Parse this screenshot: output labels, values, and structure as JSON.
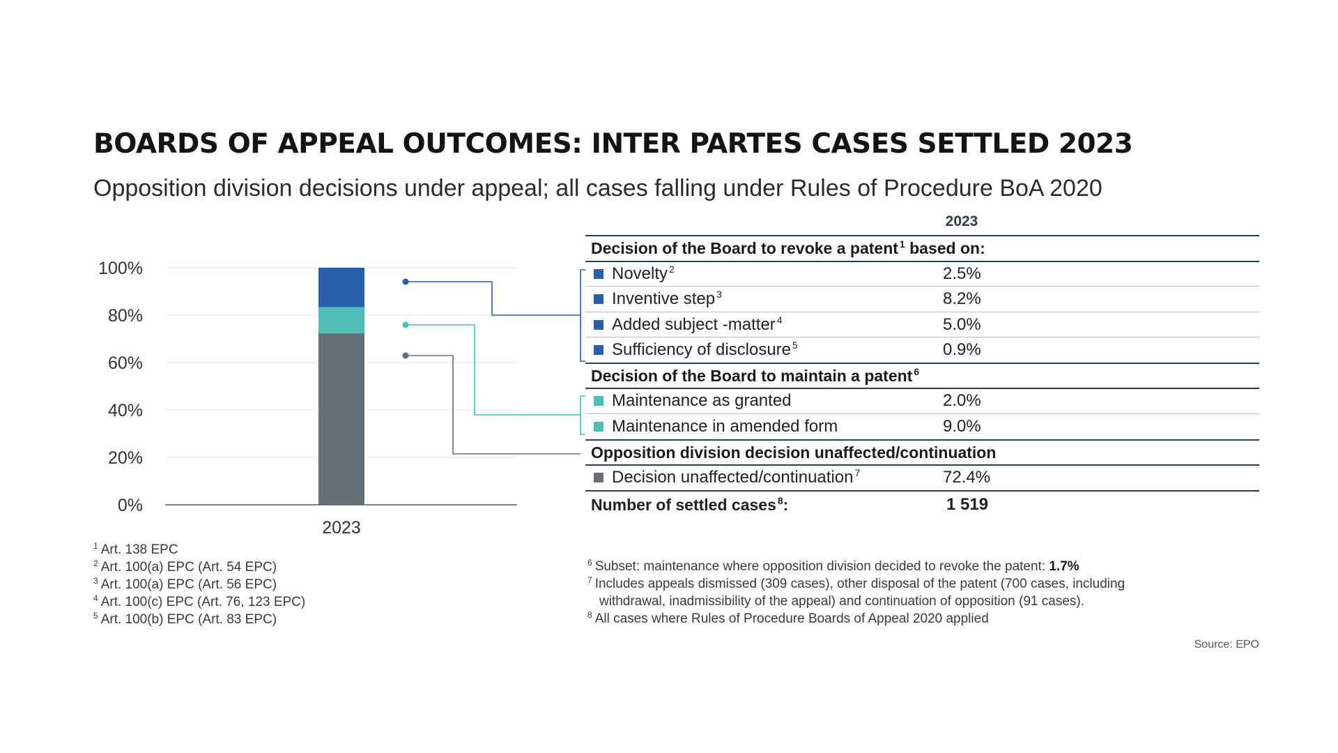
{
  "title": "BOARDS OF APPEAL OUTCOMES: INTER PARTES CASES SETTLED 2023",
  "subtitle": "Opposition division decisions under appeal; all cases falling under Rules of Procedure BoA 2020",
  "colors": {
    "revoke": "#2860ac",
    "maintain": "#4ebcb7",
    "unaffected": "#676e78",
    "rule": "#2e3a48"
  },
  "chart_data": {
    "type": "bar",
    "stacked": true,
    "categories": [
      "2023"
    ],
    "yticks": [
      "0%",
      "20%",
      "40%",
      "60%",
      "80%",
      "100%"
    ],
    "ylim": [
      0,
      100
    ],
    "grid": true,
    "series": [
      {
        "color_key": "unaffected",
        "values": [
          72.4
        ]
      },
      {
        "color_key": "maintain",
        "values": [
          11.0
        ]
      },
      {
        "color_key": "revoke",
        "values": [
          16.6
        ]
      }
    ]
  },
  "table": {
    "year_header": "2023",
    "revoke": {
      "heading": "Decision of the Board to revoke a patent",
      "heading_sup": "1",
      "heading_suffix": " based on:",
      "rows": [
        {
          "label": "Novelty",
          "sup": "2",
          "value": "2.5%"
        },
        {
          "label": "Inventive step",
          "sup": "3",
          "value": "8.2%"
        },
        {
          "label": "Added subject -matter",
          "sup": "4",
          "value": "5.0%"
        },
        {
          "label": "Sufficiency of disclosure",
          "sup": "5",
          "value": "0.9%"
        }
      ]
    },
    "maintain": {
      "heading": "Decision of the Board to maintain a patent",
      "heading_sup": "6",
      "rows": [
        {
          "label": "Maintenance as granted",
          "value": "2.0%"
        },
        {
          "label": "Maintenance in amended form",
          "value": "9.0%"
        }
      ]
    },
    "unaffected": {
      "heading": "Opposition division decision unaffected/continuation",
      "rows": [
        {
          "label": "Decision unaffected/continuation",
          "sup": "7",
          "value": "72.4%"
        }
      ]
    },
    "total": {
      "label": "Number of settled cases",
      "sup": "8",
      "suffix": ":",
      "value": "1 519"
    }
  },
  "footnotes_left": [
    {
      "n": "1",
      "text": "Art. 138 EPC"
    },
    {
      "n": "2",
      "text": "Art. 100(a) EPC (Art. 54 EPC)"
    },
    {
      "n": "3",
      "text": "Art. 100(a) EPC (Art. 56 EPC)"
    },
    {
      "n": "4",
      "text": "Art. 100(c) EPC (Art. 76, 123 EPC)"
    },
    {
      "n": "5",
      "text": "Art. 100(b) EPC (Art. 83 EPC)"
    }
  ],
  "footnotes_right": {
    "f6": {
      "n": "6",
      "text": "Subset: maintenance where opposition division decided to revoke the patent: ",
      "bold": "1.7%"
    },
    "f7": {
      "n": "7",
      "line1": "Includes appeals dismissed (309 cases), other disposal of the patent (700 cases, including",
      "line2": "withdrawal, inadmissibility of the appeal) and continuation of opposition (91 cases)."
    },
    "f8": {
      "n": "8",
      "text": "All cases where Rules of Procedure Boards of Appeal 2020 applied"
    }
  },
  "source": "Source: EPO"
}
